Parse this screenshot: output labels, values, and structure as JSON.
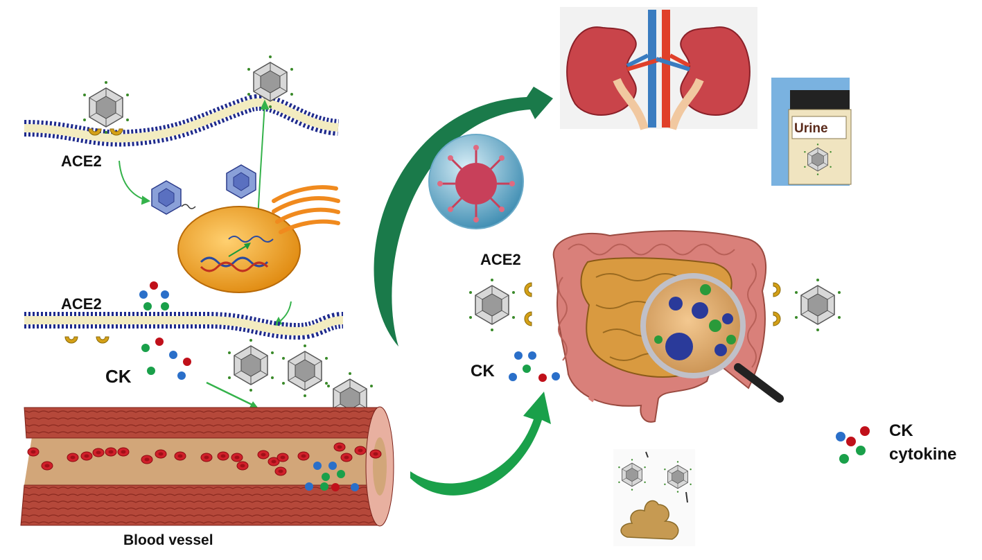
{
  "labels": {
    "ace2_top": "ACE2",
    "ace2_mid": "ACE2",
    "ace2_right": "ACE2",
    "ck_left": "CK",
    "ck_right": "CK",
    "blood_vessel": "Blood vessel",
    "urine": "Urine",
    "legend_ck": "CK",
    "legend_cytokine": "cytokine"
  },
  "colors": {
    "membrane_head": "#1e2a8c",
    "membrane_tail": "#f3ecc0",
    "receptor": "#d4a017",
    "cell": "#f5a623",
    "golgi": "#f08a1e",
    "arrow_big": "#1a7a4a",
    "arrow_thin": "#34b24a",
    "vessel_wall": "#b5483a",
    "vessel_lumen": "#d2a679",
    "rbc": "#d0202a",
    "kidney": "#c9444a",
    "artery": "#e0402a",
    "vein": "#3a7cc0",
    "intestine": "#d9807a",
    "small_intestine": "#d99a40",
    "stool": "#c69a52",
    "ck_blue": "#2a6fc9",
    "ck_red": "#c0101a",
    "ck_green": "#1aa04a"
  },
  "icons": [
    "virus-hexagon-icon",
    "coronavirus-sphere-icon",
    "magnifier-icon",
    "urine-cup-icon",
    "stool-icon",
    "kidney-icon",
    "intestine-icon"
  ]
}
